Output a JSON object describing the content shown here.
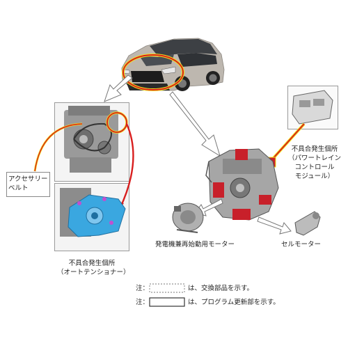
{
  "labels": {
    "accessory_belt_line1": "アクセサリー",
    "accessory_belt_line2": "ベルト",
    "tensioner_line1": "不具合発生個所",
    "tensioner_line2": "（オートテンショナー）",
    "pcm_line1": "不具合発生個所",
    "pcm_line2": "（パワートレイン",
    "pcm_line3": "コントロール",
    "pcm_line4": "モジュール）",
    "generator_motor": "発電機兼再始動用モーター",
    "starter_motor": "セルモーター"
  },
  "legend": {
    "row1_prefix": "注：",
    "row1_text": "は、交換部品を示す。",
    "row2_prefix": "注：",
    "row2_text": "は、プログラム更新部を示す。"
  },
  "colors": {
    "highlight_red": "#d81e1e",
    "highlight_yellow": "#f2e318",
    "tensioner_blue": "#3aa7e0",
    "engine_red": "#c8202a",
    "car_body": "#b9b3ab"
  },
  "icons": {
    "car": "suv-car-icon",
    "engine": "engine-icon",
    "pcm": "control-module-icon",
    "generator": "generator-motor-icon",
    "starter": "starter-motor-icon"
  }
}
